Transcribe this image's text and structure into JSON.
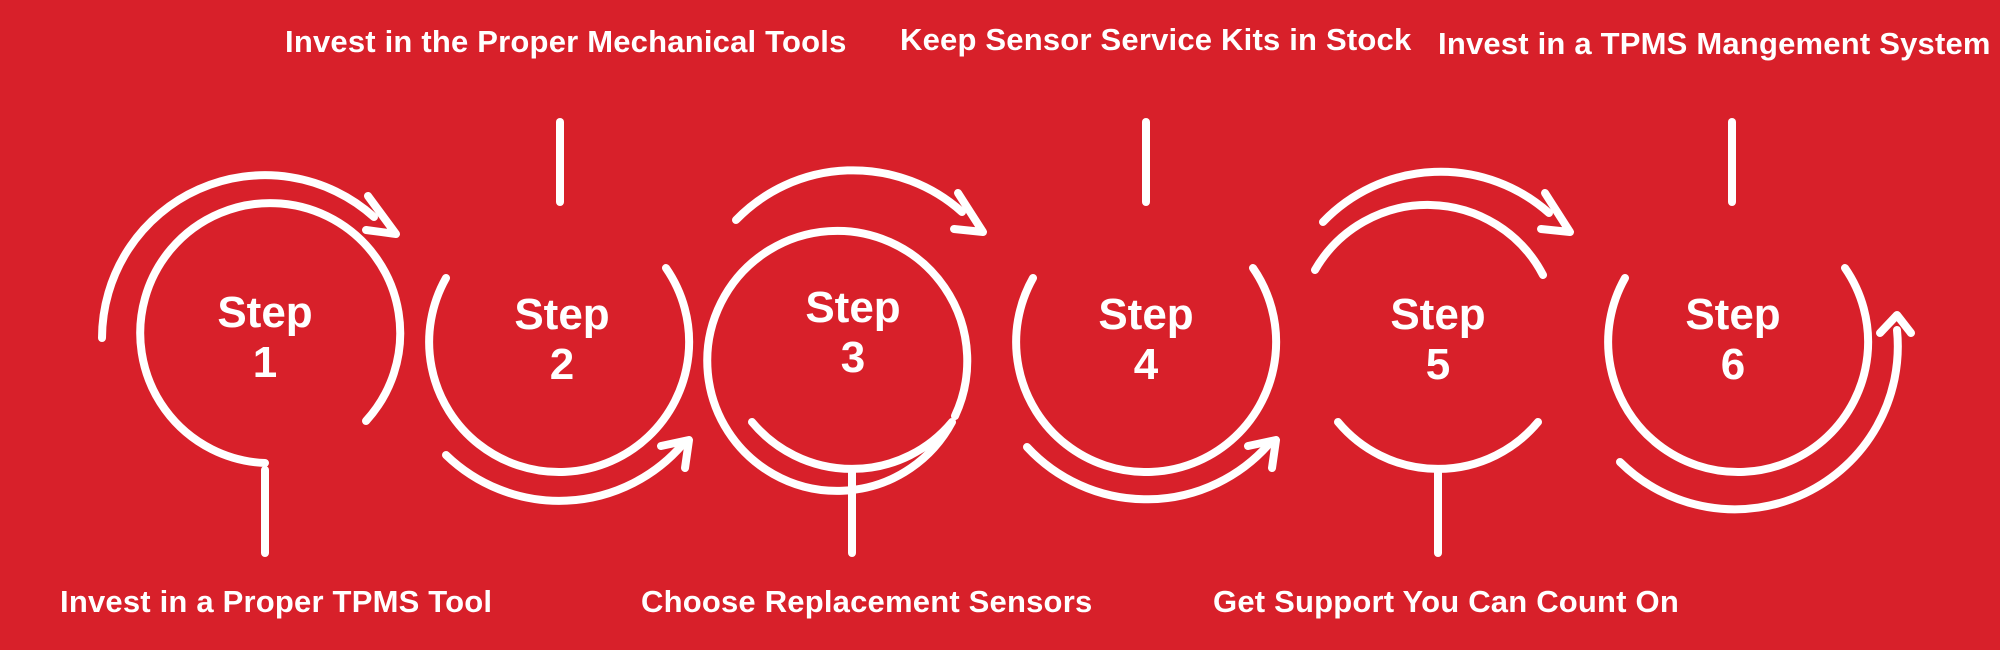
{
  "steps": [
    {
      "word": "Step",
      "number": "1",
      "label": "Invest in a Proper TPMS Tool"
    },
    {
      "word": "Step",
      "number": "2",
      "label": "Invest in the Proper Mechanical Tools"
    },
    {
      "word": "Step",
      "number": "3",
      "label": "Choose Replacement Sensors"
    },
    {
      "word": "Step",
      "number": "4",
      "label": "Keep Sensor Service Kits in Stock"
    },
    {
      "word": "Step",
      "number": "5",
      "label": "Get Support You Can Count On"
    },
    {
      "word": "Step",
      "number": "6",
      "label": "Invest in a TPMS Mangement System"
    }
  ],
  "colors": {
    "background": "#d8202a",
    "foreground": "#ffffff"
  }
}
